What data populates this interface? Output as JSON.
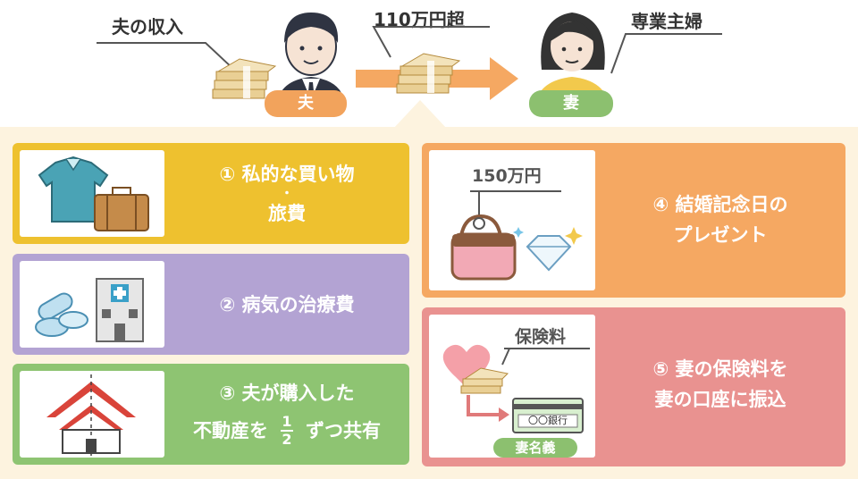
{
  "top": {
    "husband_income_label": "夫の収入",
    "husband_tag": "夫",
    "transfer_amount_label": "110万円超",
    "wife_status_label": "専業主婦",
    "wife_tag": "妻"
  },
  "panels": [
    {
      "id": 1,
      "line1": "① 私的な買い物",
      "line2": "・",
      "line3": "旅費",
      "color": "#eec12f"
    },
    {
      "id": 2,
      "line1": "② 病気の治療費",
      "color": "#b3a3d3"
    },
    {
      "id": 3,
      "line1": "③ 夫が購入した",
      "line2_a": "不動産を",
      "fraction_num": "1",
      "fraction_den": "2",
      "line2_b": "ずつ共有",
      "color": "#8ec472"
    },
    {
      "id": 4,
      "line1": "④ 結婚記念日の",
      "line2": "プレゼント",
      "thumb_label": "150万円",
      "color": "#f5a862"
    },
    {
      "id": 5,
      "line1": "⑤ 妻の保険料を",
      "line2": "妻の口座に振込",
      "thumb_label": "保険料",
      "card_text": "〇〇銀行",
      "name_tag": "妻名義",
      "color": "#e99290"
    }
  ],
  "colors": {
    "husband_tag": "#f2a35c",
    "wife_tag": "#8cc06f",
    "arrow": "#f5a862",
    "background": "#fdf3df"
  },
  "icons": [
    "money-stack-icon",
    "husband-avatar-icon",
    "wife-avatar-icon",
    "arrow-right-icon",
    "shirt-icon",
    "suitcase-icon",
    "pills-icon",
    "hospital-icon",
    "house-icon",
    "handbag-icon",
    "diamond-icon",
    "heart-icon",
    "bank-card-icon"
  ]
}
